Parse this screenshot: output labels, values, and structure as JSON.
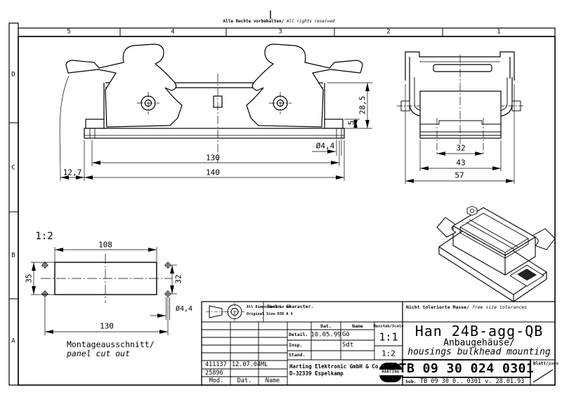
{
  "page": {
    "copyright_de": "Alle Rechte vorbehalten/",
    "copyright_en": "All rights reserved",
    "grid_columns": [
      "5",
      "4",
      "3",
      "2",
      "1"
    ],
    "grid_rows": [
      "D",
      "C",
      "B",
      "A"
    ]
  },
  "front_view": {
    "dim_12_7": "12,7",
    "dim_130": "130",
    "dim_140": "140",
    "dim_dia": "Ø4,4",
    "dim_5": "5",
    "dim_28_5": "28,5"
  },
  "side_view": {
    "dim_32": "32",
    "dim_43": "43",
    "dim_57": "57"
  },
  "cutout_view": {
    "scale": "1:2",
    "dim_108": "108",
    "dim_35": "35",
    "dim_32": "32",
    "dim_130": "130",
    "dim_dia": "Ø4,4",
    "caption_de": "Montageausschnitt/",
    "caption_en": "panel cut out"
  },
  "title_block": {
    "dim_note_line1": "All Dimensions in mm",
    "dim_note_line2": "Original Size DIN A 4",
    "tech_character": "Techn. Character.",
    "header_dat": "Dat.",
    "header_name": "Name",
    "detail_label": "Detail.",
    "detail_dat": "10.05.99",
    "detail_name": "Gö",
    "insp_label": "Insp.",
    "insp_name": "Sdt",
    "stand_label": "Stand.",
    "scale_label_de": "Masstab/",
    "scale_label_en": "Scale",
    "scale_main": "1:1",
    "scale_alt": "1:2",
    "mod1": "411137",
    "dat1": "12.07.04",
    "name1": "ML",
    "mod2": "25896",
    "footer_mod": "Mod.",
    "footer_dat": "Dat.",
    "footer_name": "Name",
    "company_line1": "Harting Elektronic GmbH & Co.Kg",
    "company_line2": "D-32339 Espelkamp",
    "logo_text": "HARTING",
    "tolerance_de": "Nicht tolerierte Masse/",
    "tolerance_en": "free size tolerances",
    "part_name": "Han 24B-agg-QB",
    "part_desc_de": "Anbaugehäuse/",
    "part_desc_en": "housings bulkhead mounting",
    "drawing_number": "TB 09 30 024 0301",
    "page_label_de": "Blatt/",
    "page_label_en": "page",
    "sub_label": "Sub.",
    "sub_value": "TB 09 30 0.. 0301 v. 28.01.93"
  }
}
